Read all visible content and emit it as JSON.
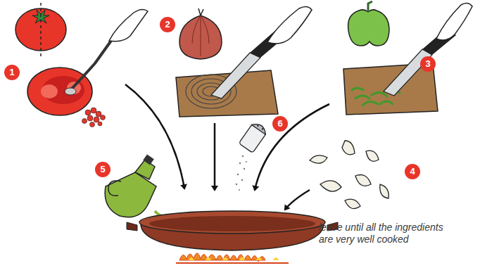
{
  "diagram": {
    "labels": [
      "1",
      "2",
      "3",
      "4",
      "5",
      "6",
      "leave until all the ingredients are very well cooked"
    ]
  }
}
